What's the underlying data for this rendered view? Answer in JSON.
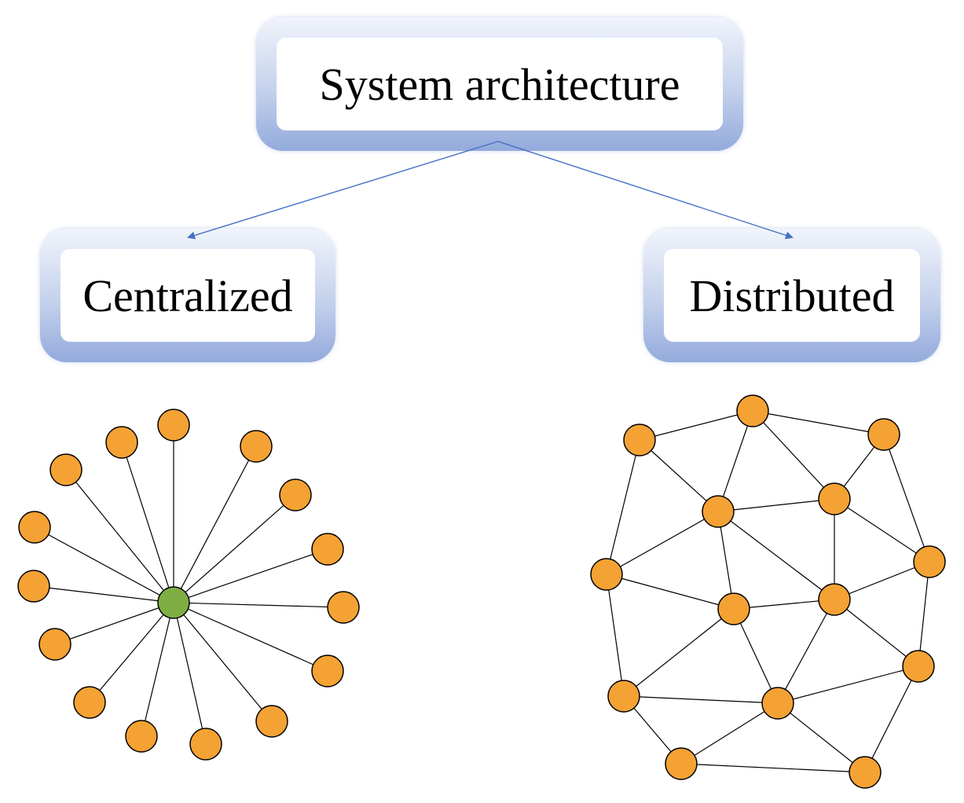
{
  "root": {
    "label": "System architecture"
  },
  "branches": {
    "centralized": {
      "label": "Centralized"
    },
    "distributed": {
      "label": "Distributed"
    }
  },
  "colors": {
    "box_gradient_top": "#f1f4fb",
    "box_gradient_bottom": "#93aadc",
    "arrow": "#4472c4",
    "node_fill": "#f4a234",
    "hub_fill": "#7fae44",
    "edge": "#000000"
  }
}
